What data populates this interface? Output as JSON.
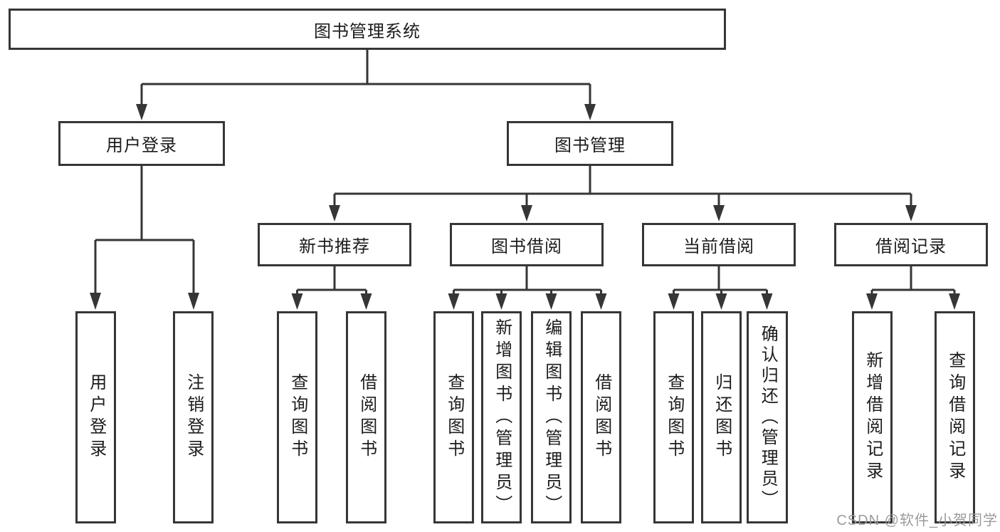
{
  "diagram": {
    "root": {
      "label": "图书管理系统"
    },
    "level2": {
      "user_login": {
        "label": "用户登录"
      },
      "book_management": {
        "label": "图书管理"
      }
    },
    "level3": {
      "new_book_recommend": {
        "label": "新书推荐"
      },
      "book_borrowing": {
        "label": "图书借阅"
      },
      "current_borrowing": {
        "label": "当前借阅"
      },
      "borrowing_records": {
        "label": "借阅记录"
      }
    },
    "leaves": {
      "user_login": {
        "label": "用户登录"
      },
      "logout": {
        "label": "注销登录"
      },
      "recommend_query_books": {
        "label": "查询图书"
      },
      "recommend_borrow_books": {
        "label": "借阅图书"
      },
      "borrowing_query_books": {
        "label": "查询图书"
      },
      "borrowing_add_books": {
        "label": "新增图书（管理员）"
      },
      "borrowing_edit_books": {
        "label": "编辑图书（管理员）"
      },
      "borrowing_borrow_books": {
        "label": "借阅图书"
      },
      "current_query_books": {
        "label": "查询图书"
      },
      "current_return_books": {
        "label": "归还图书"
      },
      "current_confirm_return": {
        "label": "确认归还（管理员）"
      },
      "records_add_record": {
        "label": "新增借阅记录"
      },
      "records_query_record": {
        "label": "查询借阅记录"
      }
    }
  },
  "watermark": {
    "text": "CSDN @软件_小贺同学"
  },
  "colors": {
    "line": "#363636",
    "text": "#1c1c1c",
    "box_background": "#ffffff",
    "watermark": "#969696",
    "background": "#ffffff"
  }
}
